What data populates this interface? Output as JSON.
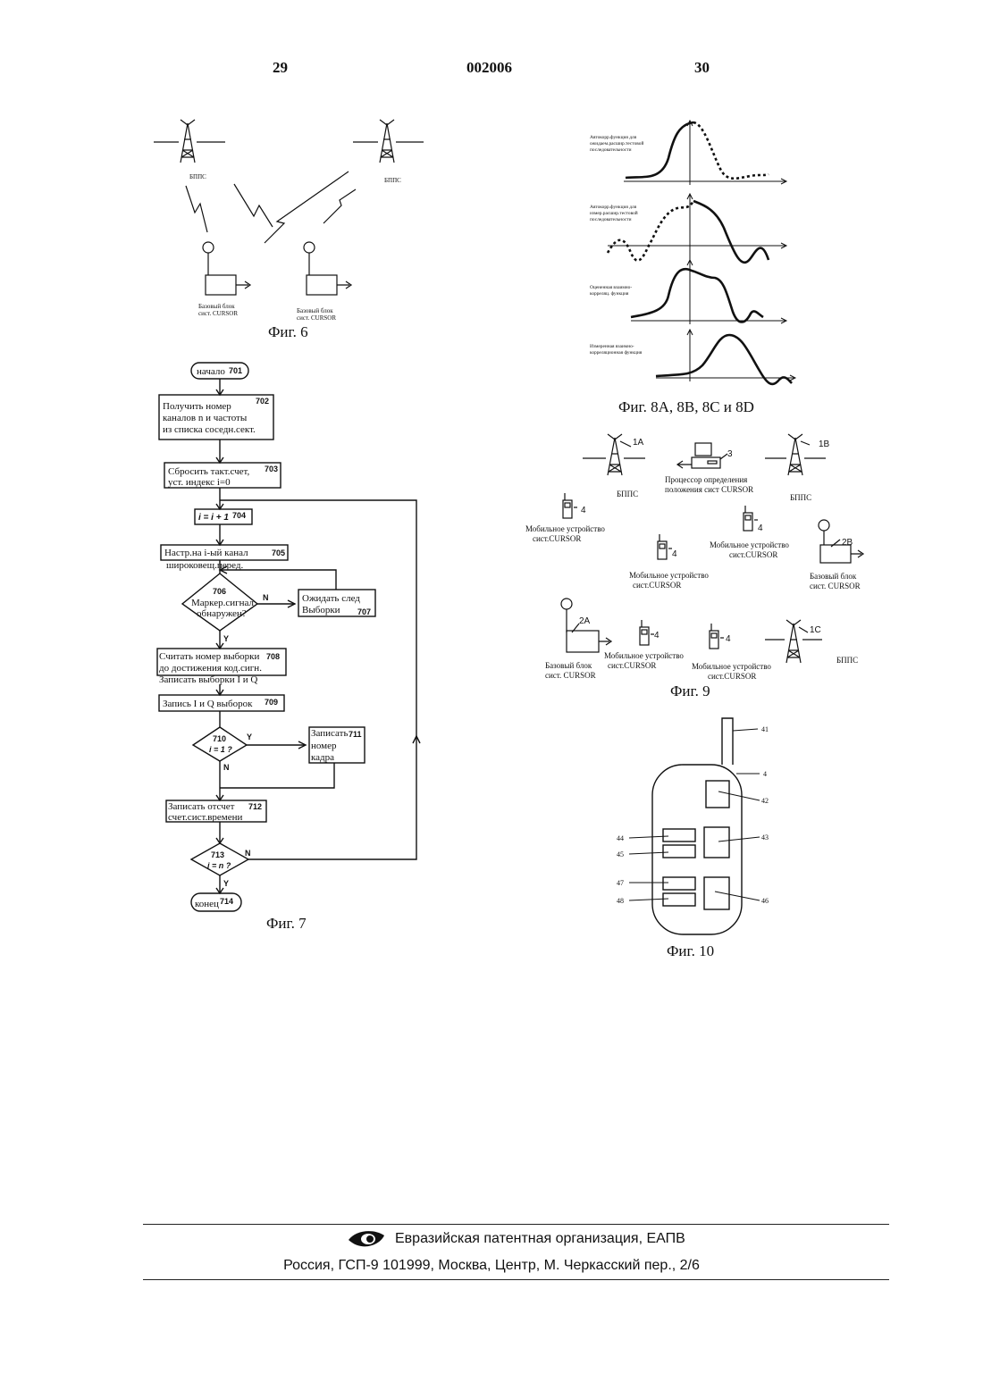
{
  "header": {
    "page_left": "29",
    "doc_number": "002006",
    "page_right": "30"
  },
  "fig6": {
    "caption": "Фиг. 6",
    "tower_label_left": "БППС",
    "tower_label_right": "БППС",
    "unit1_line1": "Базовый блок",
    "unit1_line2": "сист. CURSOR",
    "unit2_line1": "Базовый блок",
    "unit2_line2": "сист. CURSOR"
  },
  "fig7": {
    "caption": "Фиг. 7",
    "b701_label": "начало",
    "b701_num": "701",
    "b702_l1": "Получить номер",
    "b702_l2": "каналов n и частоты",
    "b702_l3": "из списка соседн.сект.",
    "b702_num": "702",
    "b703_l1": "Сбросить такт.счет,",
    "b703_l2": "уст. индекс i=0",
    "b703_num": "703",
    "b704_label": "i = i + 1",
    "b704_num": "704",
    "b705_l1": "Настр.на i-ый канал",
    "b705_l2": "широковещ.перед.",
    "b705_num": "705",
    "b706_num": "706",
    "b706_l1": "Маркер.сигнал",
    "b706_l2": "обнаружен?",
    "b707_l1": "Ожидать след",
    "b707_l2": "Выборки",
    "b707_num": "707",
    "b708_l1": "Считать номер выборки",
    "b708_l2": "до достижения код.сигн.",
    "b708_l3": "Записать выборки I и Q",
    "b708_num": "708",
    "b709_label": "Запись I и Q выборок",
    "b709_num": "709",
    "b710_num": "710",
    "b710_cond": "i = 1 ?",
    "b711_l1": "Записать",
    "b711_l2": "номер",
    "b711_l3": "кадра",
    "b711_num": "711",
    "b712_l1": "Записать отсчет",
    "b712_l2": "счет.сист.времени",
    "b712_num": "712",
    "b713_num": "713",
    "b713_cond": "i = n ?",
    "b714_label": "конец",
    "b714_num": "714",
    "yes": "Y",
    "no": "N"
  },
  "fig8": {
    "caption": "Фиг. 8А, 8В, 8С и 8D",
    "a_l1": "Автокорр.функция для",
    "a_l2": "ожидаем.расшир.тестовой",
    "a_l3": "последовательности",
    "b_l1": "Автокорр.функция для",
    "b_l2": "измер.расшир.тестовой",
    "b_l3": "последовательности",
    "c_l1": "Оцененная взаимно-",
    "c_l2": "корреляц. функция",
    "d_l1": "Измеренная взаимно-",
    "d_l2": "корреляционная функция"
  },
  "fig9": {
    "caption": "Фиг. 9",
    "t1a": "1A",
    "t1b": "1B",
    "t1c": "1C",
    "bpps": "БППС",
    "proc_num": "3",
    "proc_l1": "Процессор определения",
    "proc_l2": "положения сист CURSOR",
    "mob_num": "4",
    "mob_l1": "Мобильное устройство",
    "mob_l2": "сист.CURSOR",
    "base_2a": "2A",
    "base_2b": "2B",
    "base_l1": "Базовый блок",
    "base_l2": "сист. CURSOR"
  },
  "fig10": {
    "caption": "Фиг. 10",
    "n41": "41",
    "n4": "4",
    "n42": "42",
    "n43": "43",
    "n44": "44",
    "n45": "45",
    "n46": "46",
    "n47": "47",
    "n48": "48"
  },
  "footer": {
    "org": "Евразийская патентная организация, ЕАПВ",
    "address": "Россия, ГСП-9 101999, Москва, Центр, М. Черкасский пер., 2/6"
  }
}
